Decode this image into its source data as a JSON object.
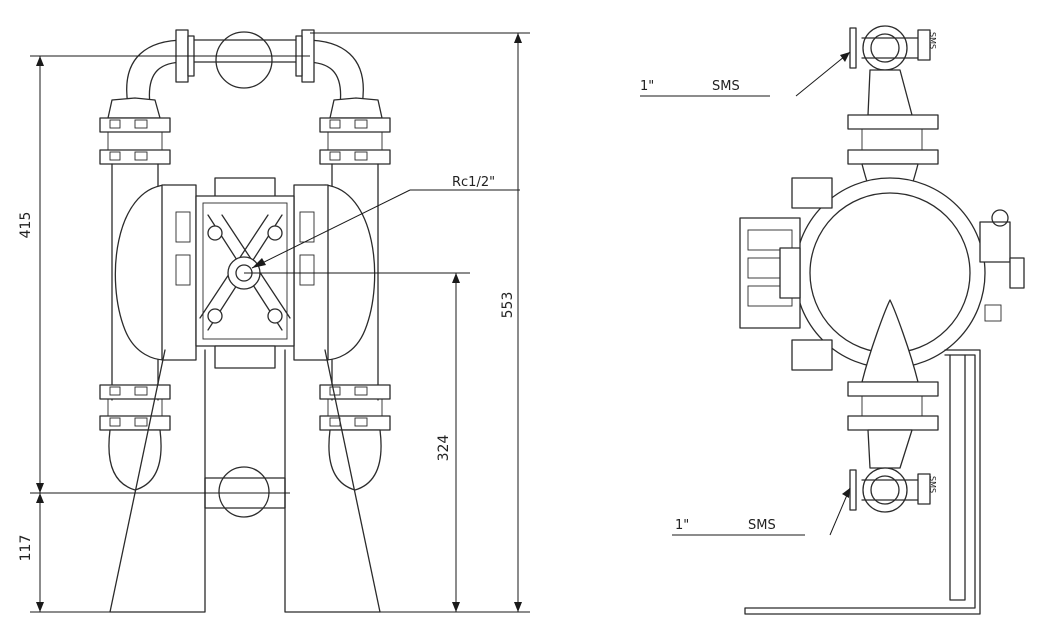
{
  "front_view": {
    "dim_overall_height": "553",
    "dim_body_height": "415",
    "dim_inlet_height": "117",
    "dim_air_inlet_height": "324",
    "air_inlet_label": "Rc1/2\""
  },
  "side_view": {
    "outlet_size": "1\"",
    "outlet_standard": "SMS",
    "inlet_size": "1\"",
    "inlet_standard": "SMS",
    "clamp_mark": "SMS"
  }
}
